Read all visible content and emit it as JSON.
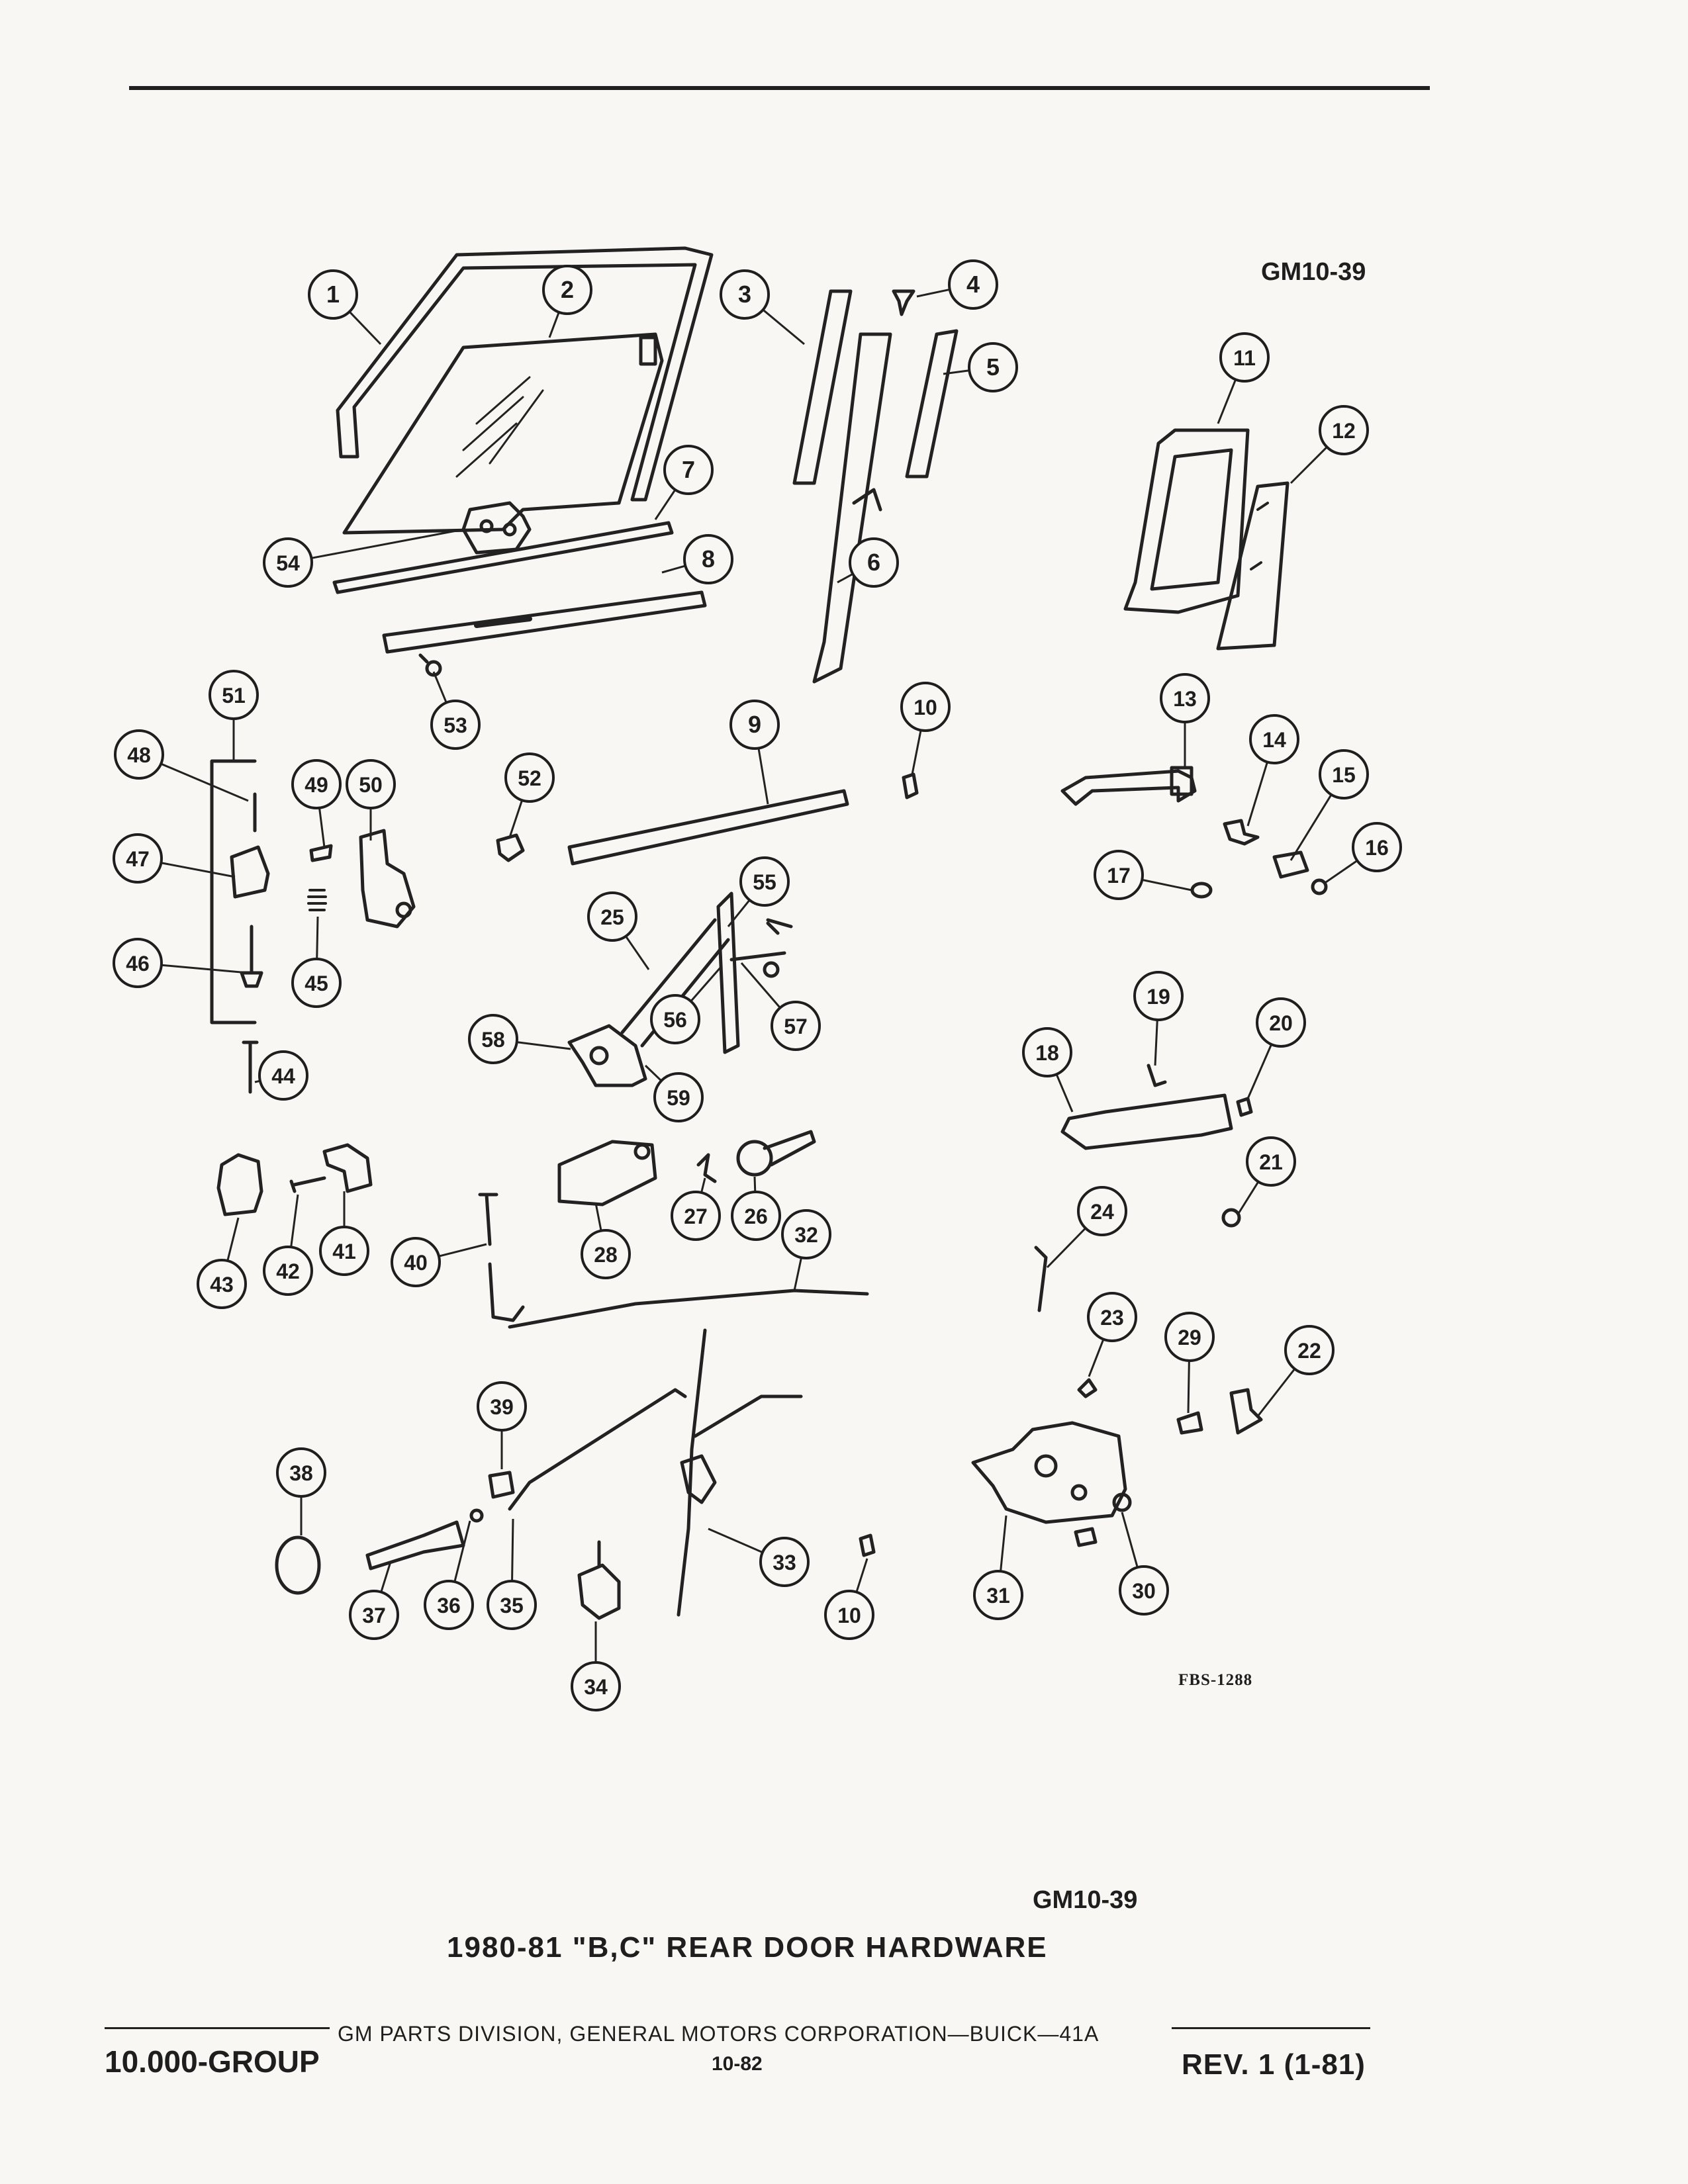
{
  "header": {
    "figure_code": "GM10-39"
  },
  "diagram": {
    "callouts": [
      {
        "n": "1"
      },
      {
        "n": "2"
      },
      {
        "n": "3"
      },
      {
        "n": "4"
      },
      {
        "n": "5"
      },
      {
        "n": "6"
      },
      {
        "n": "7"
      },
      {
        "n": "8"
      },
      {
        "n": "11"
      },
      {
        "n": "12"
      },
      {
        "n": "54"
      },
      {
        "n": "53"
      },
      {
        "n": "51"
      },
      {
        "n": "48"
      },
      {
        "n": "49"
      },
      {
        "n": "50"
      },
      {
        "n": "47"
      },
      {
        "n": "46"
      },
      {
        "n": "45"
      },
      {
        "n": "52"
      },
      {
        "n": "9"
      },
      {
        "n": "10"
      },
      {
        "n": "13"
      },
      {
        "n": "14"
      },
      {
        "n": "15"
      },
      {
        "n": "16"
      },
      {
        "n": "17"
      },
      {
        "n": "25"
      },
      {
        "n": "55"
      },
      {
        "n": "56"
      },
      {
        "n": "57"
      },
      {
        "n": "58"
      },
      {
        "n": "59"
      },
      {
        "n": "44"
      },
      {
        "n": "19"
      },
      {
        "n": "20"
      },
      {
        "n": "18"
      },
      {
        "n": "21"
      },
      {
        "n": "27"
      },
      {
        "n": "26"
      },
      {
        "n": "28"
      },
      {
        "n": "32"
      },
      {
        "n": "24"
      },
      {
        "n": "43"
      },
      {
        "n": "42"
      },
      {
        "n": "41"
      },
      {
        "n": "40"
      },
      {
        "n": "23"
      },
      {
        "n": "29"
      },
      {
        "n": "22"
      },
      {
        "n": "39"
      },
      {
        "n": "38"
      },
      {
        "n": "37"
      },
      {
        "n": "36"
      },
      {
        "n": "35"
      },
      {
        "n": "33"
      },
      {
        "n": "10"
      },
      {
        "n": "31"
      },
      {
        "n": "30"
      },
      {
        "n": "34"
      }
    ],
    "figure_ref": "FBS-1288"
  },
  "caption": {
    "code": "GM10-39",
    "title": "1980-81 \"B,C\" REAR DOOR HARDWARE"
  },
  "footer": {
    "publisher": "GM PARTS DIVISION, GENERAL MOTORS CORPORATION—BUICK—41A",
    "group": "10.000-GROUP",
    "page": "10-82",
    "revision": "REV. 1 (1-81)"
  }
}
